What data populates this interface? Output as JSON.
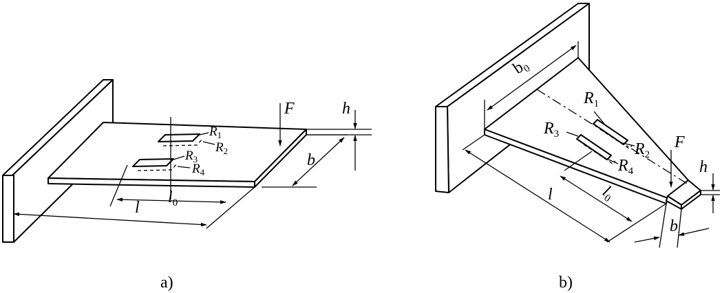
{
  "figure_a": {
    "caption": "a)",
    "force": "F",
    "height": "h",
    "width": "b",
    "length": "l",
    "length_0": "l",
    "length_0_sub": "0",
    "gauges": [
      {
        "letter": "R",
        "sub": "1"
      },
      {
        "letter": "R",
        "sub": "2"
      },
      {
        "letter": "R",
        "sub": "3"
      },
      {
        "letter": "R",
        "sub": "4"
      }
    ]
  },
  "figure_b": {
    "caption": "b)",
    "force": "F",
    "height": "h",
    "width": "b",
    "base_width": "b",
    "base_width_sub": "0",
    "length": "l",
    "length_0": "l",
    "length_0_sub": "0",
    "gauges": [
      {
        "letter": "R",
        "sub": "1"
      },
      {
        "letter": "R",
        "sub": "2"
      },
      {
        "letter": "R",
        "sub": "3"
      },
      {
        "letter": "R",
        "sub": "4"
      }
    ]
  }
}
